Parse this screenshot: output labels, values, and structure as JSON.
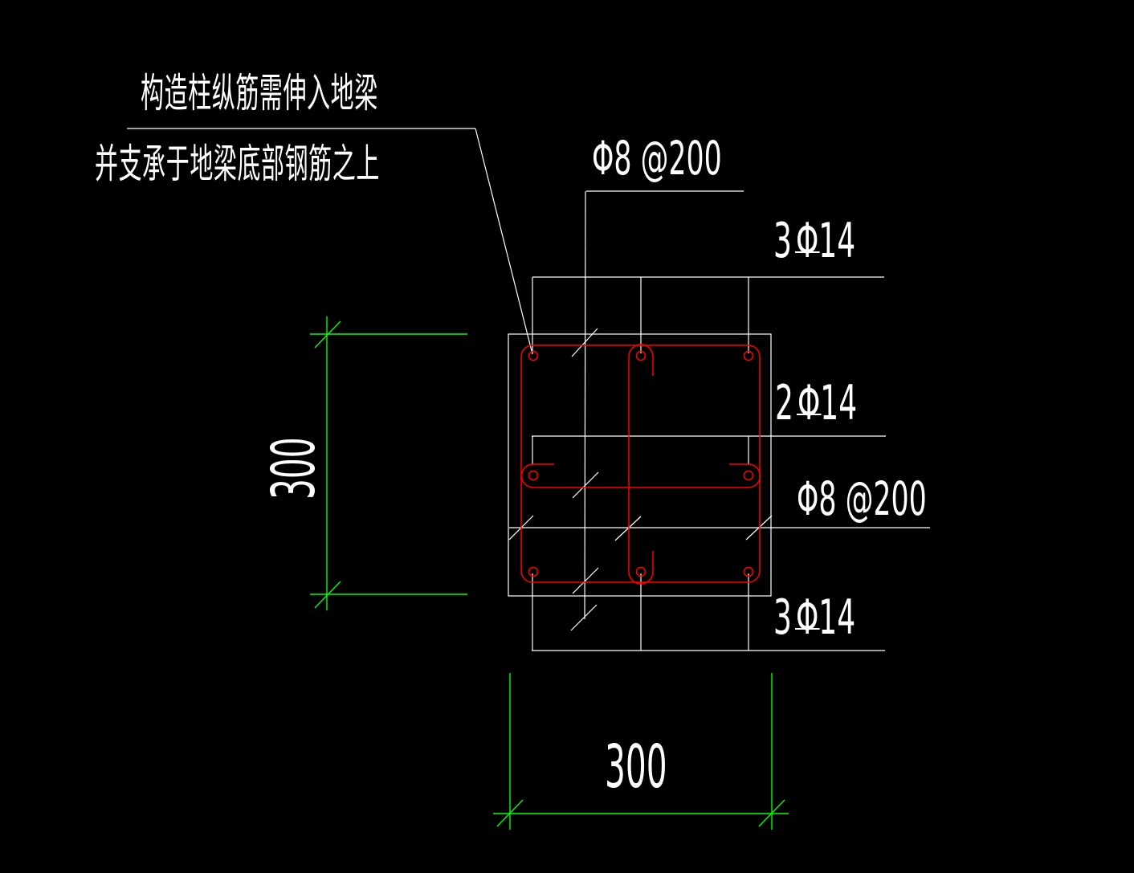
{
  "notes": {
    "line1": "构造柱纵筋需伸入地梁",
    "line2": "并支承于地梁底部钢筋之上"
  },
  "labels": {
    "stirrup_top": "Φ8 @200",
    "stirrup_right": "Φ8 @200",
    "top_bars": {
      "count": "3",
      "symbol": "Φ",
      "size": "14"
    },
    "middle_bars": {
      "count": "2",
      "symbol": "Φ",
      "size": "14"
    },
    "bottom_bars": {
      "count": "3",
      "symbol": "Φ",
      "size": "14"
    }
  },
  "dimensions": {
    "width": "300",
    "height": "300"
  },
  "colors": {
    "background": "#000000",
    "line_white": "#ffffff",
    "rebar_red": "#ff0000",
    "dimension_green": "#00ff00"
  }
}
